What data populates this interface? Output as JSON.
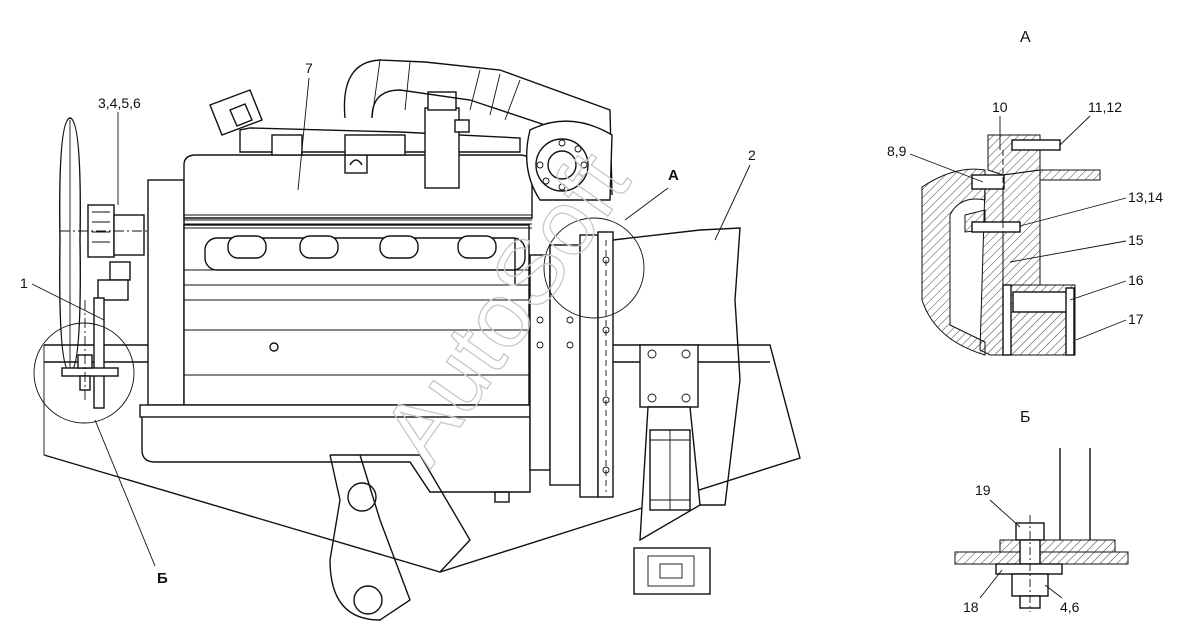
{
  "watermark": "AutoSoft",
  "callouts": {
    "c1": "1",
    "c2": "2",
    "c3": "3,4,5,6",
    "c7": "7",
    "cA": "А",
    "cB": "Б"
  },
  "view_a": {
    "title": "А",
    "labels": {
      "l10": "10",
      "l11": "11,12",
      "l8": "8,9",
      "l13": "13,14",
      "l15": "15",
      "l16": "16",
      "l17": "17"
    }
  },
  "view_b": {
    "title": "Б",
    "labels": {
      "l19": "19",
      "l18": "18",
      "l46": "4,6"
    }
  }
}
